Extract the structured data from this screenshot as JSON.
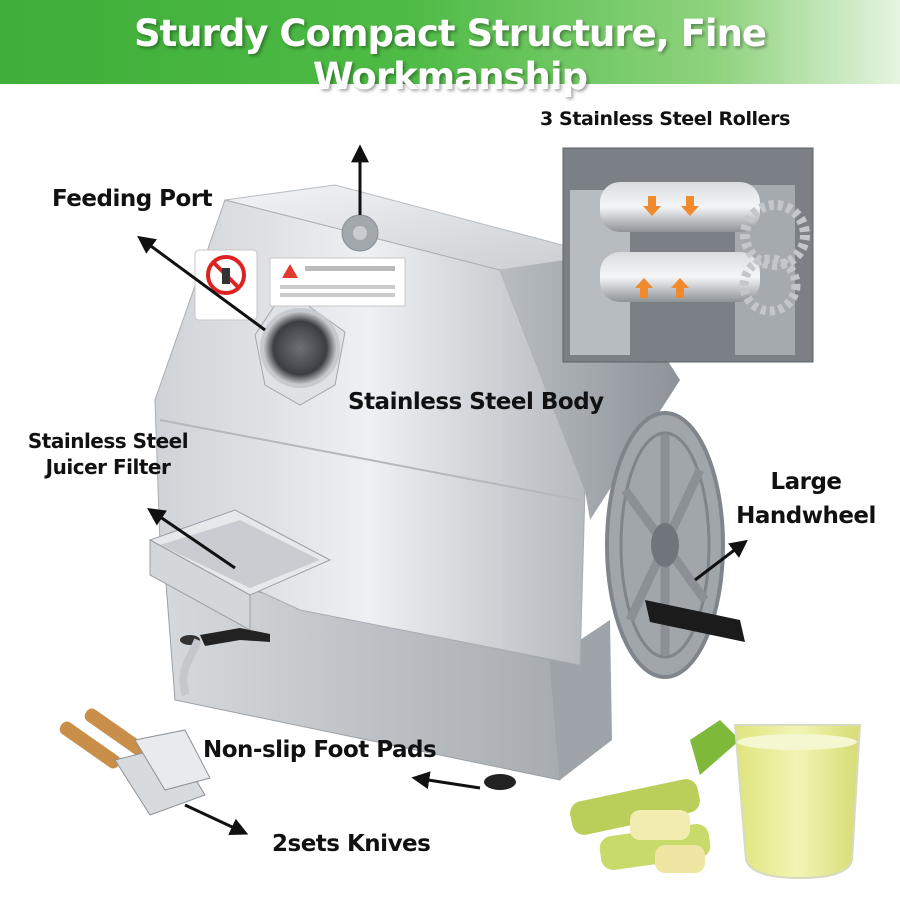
{
  "banner": {
    "title": "Sturdy Compact Structure, Fine Workmanship",
    "color_start": "#3fae3a",
    "color_end": "#e6f4e0"
  },
  "callouts": {
    "rollers": "3 Stainless Steel Rollers",
    "feeding_port": "Feeding Port",
    "body": "Stainless Steel Body",
    "filter_line1": "Stainless Steel",
    "filter_line2": "Juicer Filter",
    "handwheel_line1": "Large",
    "handwheel_line2": "Handwheel",
    "foot_pads": "Non-slip Foot Pads",
    "knives": "2sets Knives"
  },
  "colors": {
    "steel_light": "#e4e6e8",
    "steel_mid": "#c4c8cc",
    "steel_dark": "#8c9197",
    "arrow": "#111111",
    "juice": "#e8ec9a",
    "cane": "#b9cf5a"
  },
  "icons": [
    "arrow-icon",
    "warning-sign-icon",
    "no-hand-sign-icon"
  ]
}
